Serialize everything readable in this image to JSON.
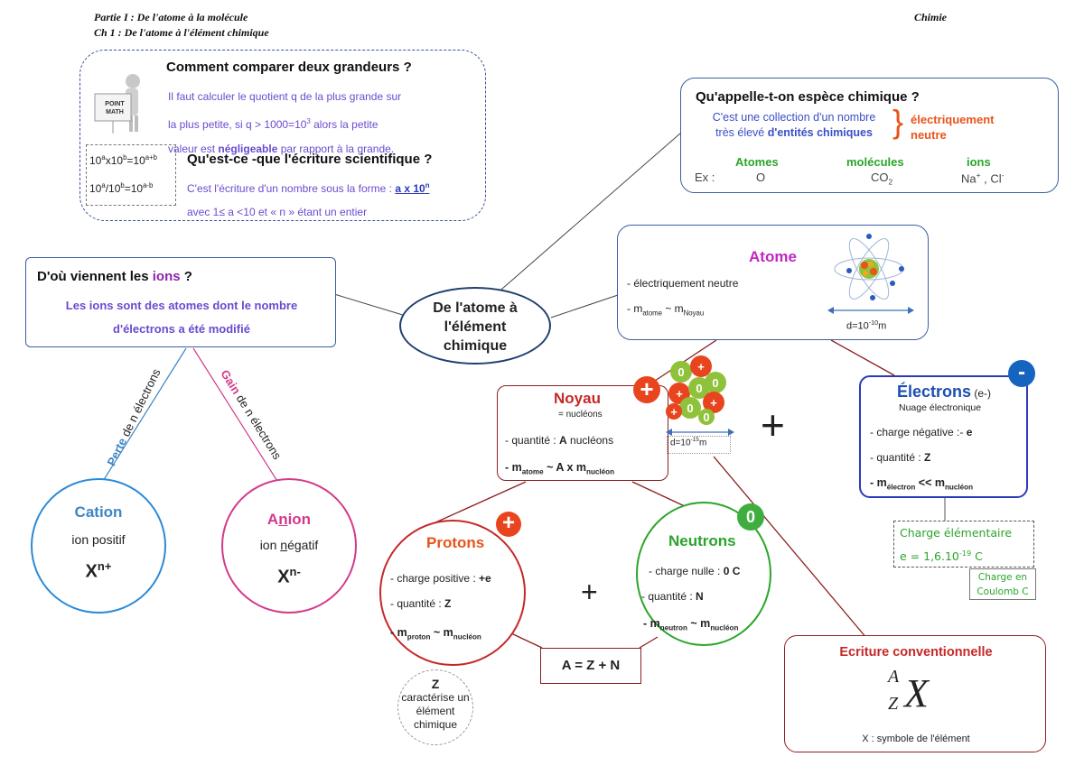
{
  "header": {
    "part": "Partie I : De l'atome à la molécule",
    "chapter": "Ch 1 : De l'atome à l'élément chimique",
    "subject": "Chimie"
  },
  "point_math": {
    "icon_label_1": "POINT",
    "icon_label_2": "MATH",
    "q1_title": "Comment comparer deux grandeurs ?",
    "q1_line1": "Il faut calculer le quotient q de la plus grande sur",
    "q1_line2": "la plus petite, si q > 1000=10",
    "q1_line2_sup": "3",
    "q1_line2_end": " alors la petite",
    "q1_line3_a": "valeur est ",
    "q1_line3_b": "négligeable",
    "q1_line3_c": " par rapport à la grande.",
    "formula1_a": "10",
    "formula1_a_sup": "a",
    "formula1_b": "x10",
    "formula1_b_sup": "b",
    "formula1_c": "=10",
    "formula1_c_sup": "a+b",
    "formula2_a": "10",
    "formula2_a_sup": "a",
    "formula2_b": "/10",
    "formula2_b_sup": "b",
    "formula2_c": "=10",
    "formula2_c_sup": "a-b",
    "q2_title": "Qu'est-ce -que l'écriture scientifique ?",
    "q2_line1": "C'est l'écriture d'un nombre sous la forme : ",
    "q2_form": "a x 10",
    "q2_form_sup": "n",
    "q2_line2": "avec  1≤ a <10  et « n » étant un entier"
  },
  "espece": {
    "title": "Qu'appelle-t-on espèce chimique ?",
    "line1": "C'est une collection d'un nombre",
    "line2_a": "très élevé ",
    "line2_b": "d'entités chimiques",
    "brace": "}",
    "right1": "électriquement",
    "right2": "neutre",
    "col1": "Atomes",
    "col2": "molécules",
    "col3": "ions",
    "ex": "Ex :",
    "ex1": "O",
    "ex2": "CO",
    "ex2_sub": "2",
    "ex3": "Na",
    "ex3_sup": "+",
    "ex3_b": " , Cl",
    "ex3_sup2": "-"
  },
  "ions_box": {
    "title_a": "D'où viennent les ",
    "title_b": "ions",
    "title_c": " ?",
    "line1": "Les ions sont des atomes dont le nombre",
    "line2": "d'électrons a été modifié"
  },
  "center": {
    "line1": "De l'atome à",
    "line2": "l'élément",
    "line3": "chimique"
  },
  "atome": {
    "title": "Atome",
    "line1": "- électriquement neutre",
    "line2_a": "-  m",
    "line2_sub1": "atome",
    "line2_b": " ~ m",
    "line2_sub2": "Noyau",
    "dim_a": "d=10",
    "dim_sup": "-10",
    "dim_b": "m"
  },
  "noyau": {
    "title": "Noyau",
    "subtitle": "= nucléons",
    "line1_a": "- quantité : ",
    "line1_b": "A",
    "line1_c": " nucléons",
    "line2_a": "- m",
    "line2_sub1": "atome",
    "line2_b": "  ~  A x m",
    "line2_sub2": "nucléon",
    "badge": "+",
    "dim_a": "d=10",
    "dim_sup": "-15",
    "dim_b": "m"
  },
  "electrons": {
    "title": "Électrons",
    "title_suffix": " (e-)",
    "subtitle": "Nuage électronique",
    "line1_a": "- charge négative :- ",
    "line1_b": "e",
    "line2_a": "- quantité : ",
    "line2_b": "Z",
    "line3_a": "- m",
    "line3_sub1": "électron",
    "line3_b": " << m",
    "line3_sub2": "nucléon",
    "badge": "-"
  },
  "charge_box": {
    "line1": "Charge élémentaire",
    "line2_a": "e = 1,6.10",
    "line2_sup": "-19",
    "line2_b": " C",
    "unit1": "Charge en",
    "unit2": "Coulomb C"
  },
  "protons": {
    "title": "Protons",
    "line1_a": "- charge positive : ",
    "line1_b": "+e",
    "line2_a": "- quantité : ",
    "line2_b": "Z",
    "line3_a": "-  m",
    "line3_sub1": "proton",
    "line3_b": " ~ m",
    "line3_sub2": "nucléon",
    "badge": "+"
  },
  "neutrons": {
    "title": "Neutrons",
    "line1_a": "- charge nulle : ",
    "line1_b": "0 C",
    "line2_a": "- quantité : ",
    "line2_b": "N",
    "line3_a": "- m",
    "line3_sub1": "neutron",
    "line3_b": " ~ m",
    "line3_sub2": "nucléon",
    "badge": "0"
  },
  "plus_signs": {
    "big": "+",
    "small": "+"
  },
  "azn": "A = Z + N",
  "z_circle": {
    "letter": "Z",
    "line1": "caractérise un",
    "line2": "élément",
    "line3": "chimique"
  },
  "cation": {
    "title": "Cation",
    "subtitle": "ion positif",
    "symbol": "X",
    "symbol_sup": "n+"
  },
  "anion": {
    "title_a": "A",
    "title_b": "n",
    "title_c": "ion",
    "subtitle_a": "ion ",
    "subtitle_b": "n",
    "subtitle_c": "égatif",
    "symbol": "X",
    "symbol_sup": "n-"
  },
  "branch_labels": {
    "perte_a": "Perte",
    "perte_b": " de n électrons",
    "gain_a": "Gain",
    "gain_b": " de n électrons"
  },
  "ecriture": {
    "title": "Ecriture conventionnelle",
    "a": "A",
    "z": "Z",
    "x": "X",
    "caption": "X : symbole de l'élément"
  }
}
